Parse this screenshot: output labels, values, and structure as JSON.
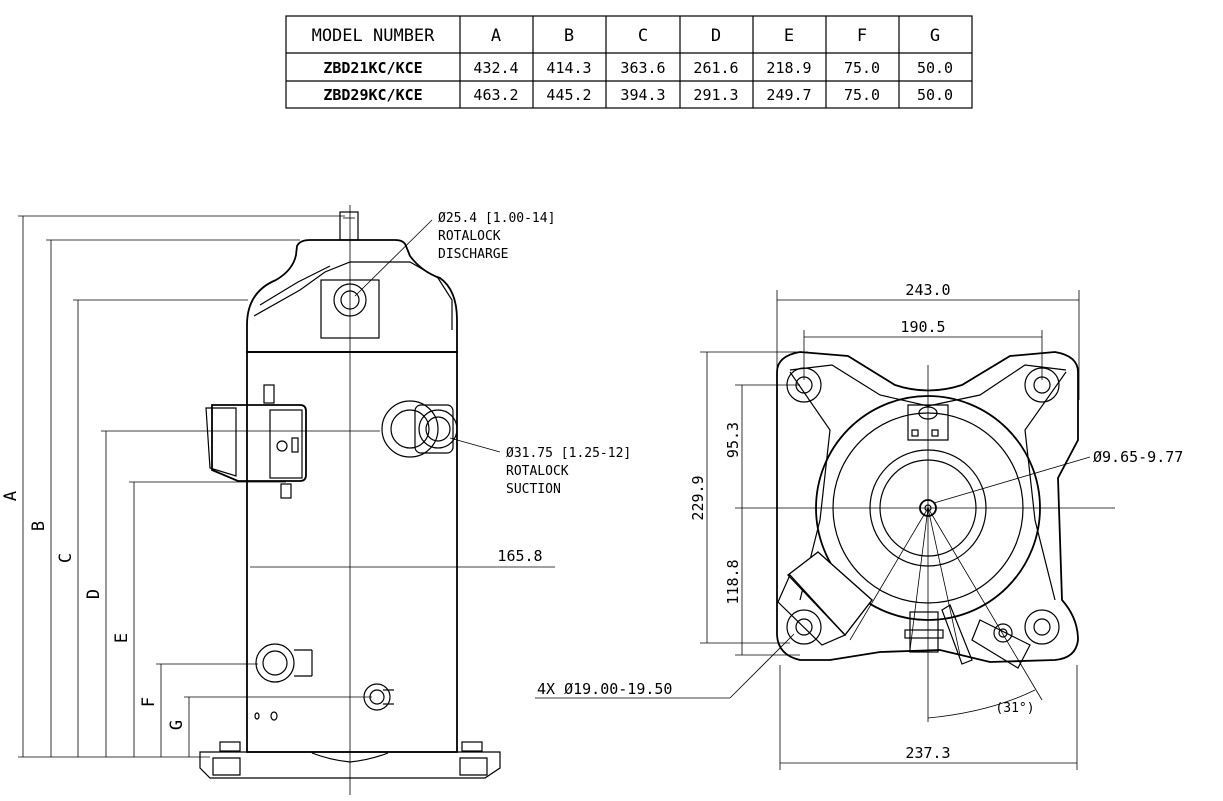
{
  "table": {
    "header": [
      "MODEL NUMBER",
      "A",
      "B",
      "C",
      "D",
      "E",
      "F",
      "G"
    ],
    "rows": [
      [
        "ZBD21KC/KCE",
        "432.4",
        "414.3",
        "363.6",
        "261.6",
        "218.9",
        "75.0",
        "50.0"
      ],
      [
        "ZBD29KC/KCE",
        "463.2",
        "445.2",
        "394.3",
        "291.3",
        "249.7",
        "75.0",
        "50.0"
      ]
    ]
  },
  "side_view": {
    "discharge_callout": [
      "Ø25.4 [1.00-14]",
      "ROTALOCK",
      "DISCHARGE"
    ],
    "suction_callout": [
      "Ø31.75 [1.25-12]",
      "ROTALOCK",
      "SUCTION"
    ],
    "width_dim": "165.8",
    "height_labels": [
      "A",
      "B",
      "C",
      "D",
      "E",
      "F",
      "G"
    ]
  },
  "top_view": {
    "overall_width": "243.0",
    "bolt_spacing": "190.5",
    "depth_total": "229.9",
    "depth_upper": "95.3",
    "depth_lower": "118.8",
    "center_hole": "Ø9.65-9.77",
    "mount_holes": "4X Ø19.00-19.50",
    "angle": "(31°)",
    "base_width": "237.3"
  }
}
